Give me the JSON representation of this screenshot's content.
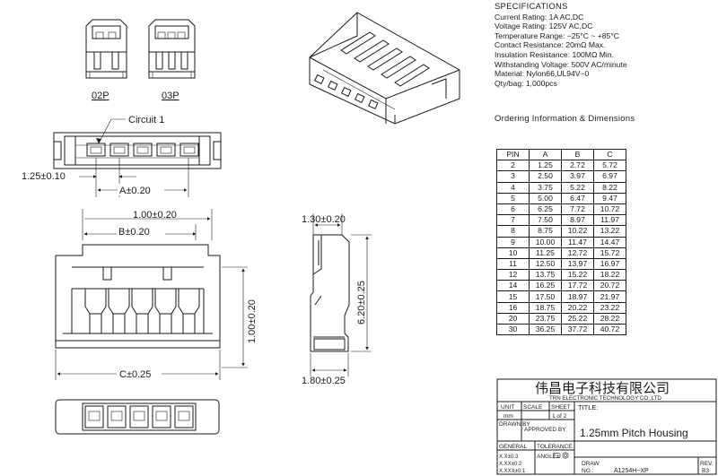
{
  "variants": {
    "v2": "02P",
    "v3": "03P"
  },
  "specifications": {
    "heading": "SPECIFICATIONS",
    "lines": [
      "Current Rating: 1A AC,DC",
      "Voltage Rating: 125V AC,DC",
      "Temperature Range: −25°C ~ +85°C",
      "Contact Resistance: 20mΩ Max.",
      "Insulation Resistance: 100MΩ Min.",
      "Withstanding Voltage: 500V AC/minute",
      "Material: Nylon66,UL94V−0",
      "Qty/bag: 1,000pcs"
    ]
  },
  "ordering_heading": "Ordering Information & Dimensions",
  "table": {
    "headers": [
      "PIN",
      "A",
      "B",
      "C"
    ],
    "rows": [
      [
        "2",
        "1.25",
        "2.72",
        "5.72"
      ],
      [
        "3",
        "2.50",
        "3.97",
        "6.97"
      ],
      [
        "4",
        "3.75",
        "5.22",
        "8.22"
      ],
      [
        "5",
        "5.00",
        "6.47",
        "9.47"
      ],
      [
        "6",
        "6.25",
        "7.72",
        "10.72"
      ],
      [
        "7",
        "7.50",
        "8.97",
        "11.97"
      ],
      [
        "8",
        "8.75",
        "10.22",
        "13.22"
      ],
      [
        "9",
        "10.00",
        "11.47",
        "14.47"
      ],
      [
        "10",
        "11.25",
        "12.72",
        "15.72"
      ],
      [
        "11",
        "12.50",
        "13.97",
        "16.97"
      ],
      [
        "12",
        "13.75",
        "15.22",
        "18.22"
      ],
      [
        "14",
        "16.25",
        "17.72",
        "20.72"
      ],
      [
        "15",
        "17.50",
        "18.97",
        "21.97"
      ],
      [
        "16",
        "18.75",
        "20.22",
        "23.22"
      ],
      [
        "20",
        "23.75",
        "25.22",
        "28.22"
      ],
      [
        "30",
        "36.25",
        "37.72",
        "40.72"
      ]
    ]
  },
  "dimensions": {
    "circuit": "Circuit 1",
    "pitch": "1.25±0.10",
    "a": "A±0.20",
    "b_offset": "1.00±0.20",
    "b": "B±0.20",
    "c": "C±0.25",
    "height_1": "1.00±0.20",
    "side_top": "1.30±0.20",
    "side_height": "6.20±0.25",
    "side_bottom": "1.80±0.25"
  },
  "title_block": {
    "company_cn": "伟昌电子科技有限公司",
    "company_en": "TRN ELECTRONIC TECHNOLOGY CO.,LTD",
    "unit_label": "UNIT",
    "unit_value": "mm",
    "scale_label": "SCALE",
    "sheet_label": "SHEET",
    "sheet_value": "1 of 2",
    "title_label": "TITLE:",
    "drawn_by": "DRAWN BY",
    "approved_by": "APPROVED BY",
    "title": "1.25mm Pitch Housing",
    "general": "GENERAL",
    "tolerance": "TOLERANCE",
    "angle": "ANGLE±",
    "tol1": "X.X±0.3",
    "tol2": "X.XX±0.2",
    "tol3": "X.XXX±0.1",
    "draw_label": "DRAW",
    "no_label": "NO.:",
    "draw_no": "A1254H−XP",
    "rev_label": "REV.",
    "rev": "B3"
  }
}
